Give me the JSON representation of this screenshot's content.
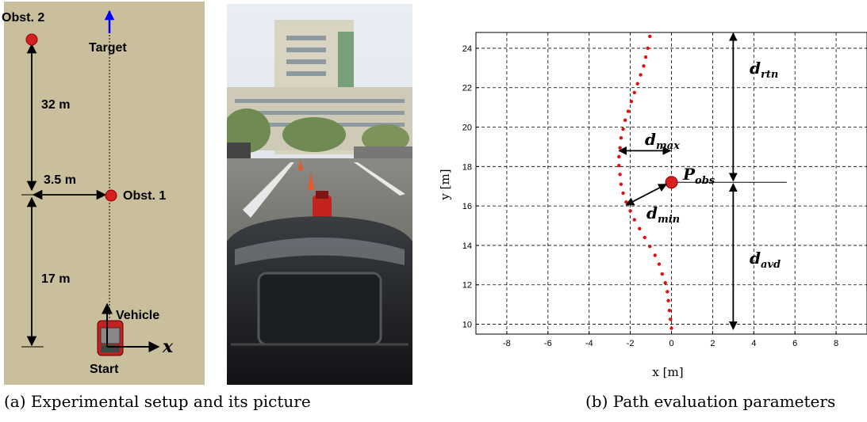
{
  "panel_a": {
    "labels": {
      "obst2": "Obst. 2",
      "target": "Target",
      "dist_32": "32 m",
      "dist_35": "3.5 m",
      "obst1": "Obst. 1",
      "dist_17": "17 m",
      "vehicle": "Vehicle",
      "start": "Start",
      "x_axis": "x"
    },
    "colors": {
      "background": "#c9bf9d",
      "obstacle": "#d62020",
      "target_arrow": "#0000ff"
    }
  },
  "captions": {
    "a": "(a) Experimental setup and its picture",
    "b": "(b) Path evaluation parameters"
  },
  "chart_data": {
    "type": "scatter",
    "xlabel": "x [m]",
    "ylabel": "y [m]",
    "xlim": [
      -9.5,
      9.5
    ],
    "ylim": [
      9.5,
      24.8
    ],
    "xticks": [
      -8,
      -6,
      -4,
      -2,
      0,
      2,
      4,
      6,
      8
    ],
    "yticks": [
      10,
      12,
      14,
      16,
      18,
      20,
      22,
      24
    ],
    "grid": true,
    "path_color": "#e01010",
    "path": {
      "x": [
        0.0,
        -0.05,
        -0.1,
        -0.15,
        -0.2,
        -0.3,
        -0.45,
        -0.6,
        -0.8,
        -1.05,
        -1.3,
        -1.55,
        -1.8,
        -2.0,
        -2.2,
        -2.35,
        -2.45,
        -2.5,
        -2.55,
        -2.55,
        -2.5,
        -2.45,
        -2.35,
        -2.25,
        -2.1,
        -1.95,
        -1.8,
        -1.65,
        -1.5,
        -1.35,
        -1.25,
        -1.15,
        -1.05
      ],
      "y": [
        9.8,
        10.25,
        10.7,
        11.2,
        11.65,
        12.1,
        12.55,
        13.05,
        13.5,
        13.95,
        14.4,
        14.85,
        15.3,
        15.75,
        16.2,
        16.65,
        17.1,
        17.6,
        18.05,
        18.5,
        18.95,
        19.45,
        19.9,
        20.35,
        20.8,
        21.3,
        21.75,
        22.2,
        22.65,
        23.1,
        23.55,
        24.0,
        24.6
      ]
    },
    "obstacle": {
      "x": 0.0,
      "y": 17.2,
      "label_main": "P",
      "label_sub": "obs"
    },
    "annotations": {
      "d_max": {
        "main": "d",
        "sub": "max"
      },
      "d_min": {
        "main": "d",
        "sub": "min"
      },
      "d_rtn": {
        "main": "d",
        "sub": "rtn"
      },
      "d_avd": {
        "main": "d",
        "sub": "avd"
      }
    }
  }
}
